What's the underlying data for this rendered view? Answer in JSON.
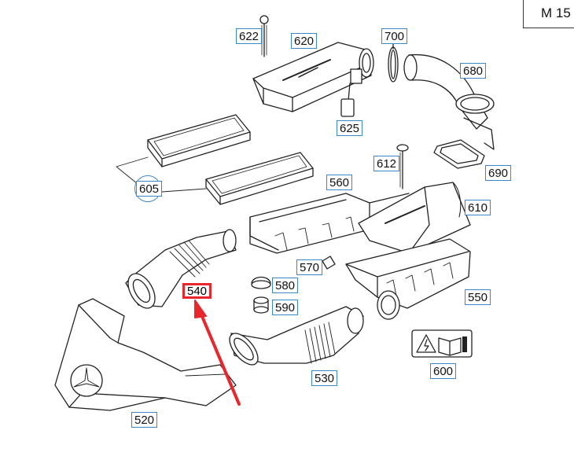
{
  "sheet_ref": "M 15",
  "highlight_color": "#e8262b",
  "label_border_color": "#3a88c9",
  "parts": {
    "p622": "622",
    "p620": "620",
    "p700": "700",
    "p680": "680",
    "p625": "625",
    "p690": "690",
    "p605": "605",
    "p612": "612",
    "p560": "560",
    "p610": "610",
    "p570": "570",
    "p580": "580",
    "p590": "590",
    "p550": "550",
    "p540": "540",
    "p600": "600",
    "p530": "530",
    "p520": "520"
  },
  "highlighted_part": "540",
  "warning_icon": "electric-shock-warning-icon",
  "manual_icon": "read-manual-icon"
}
